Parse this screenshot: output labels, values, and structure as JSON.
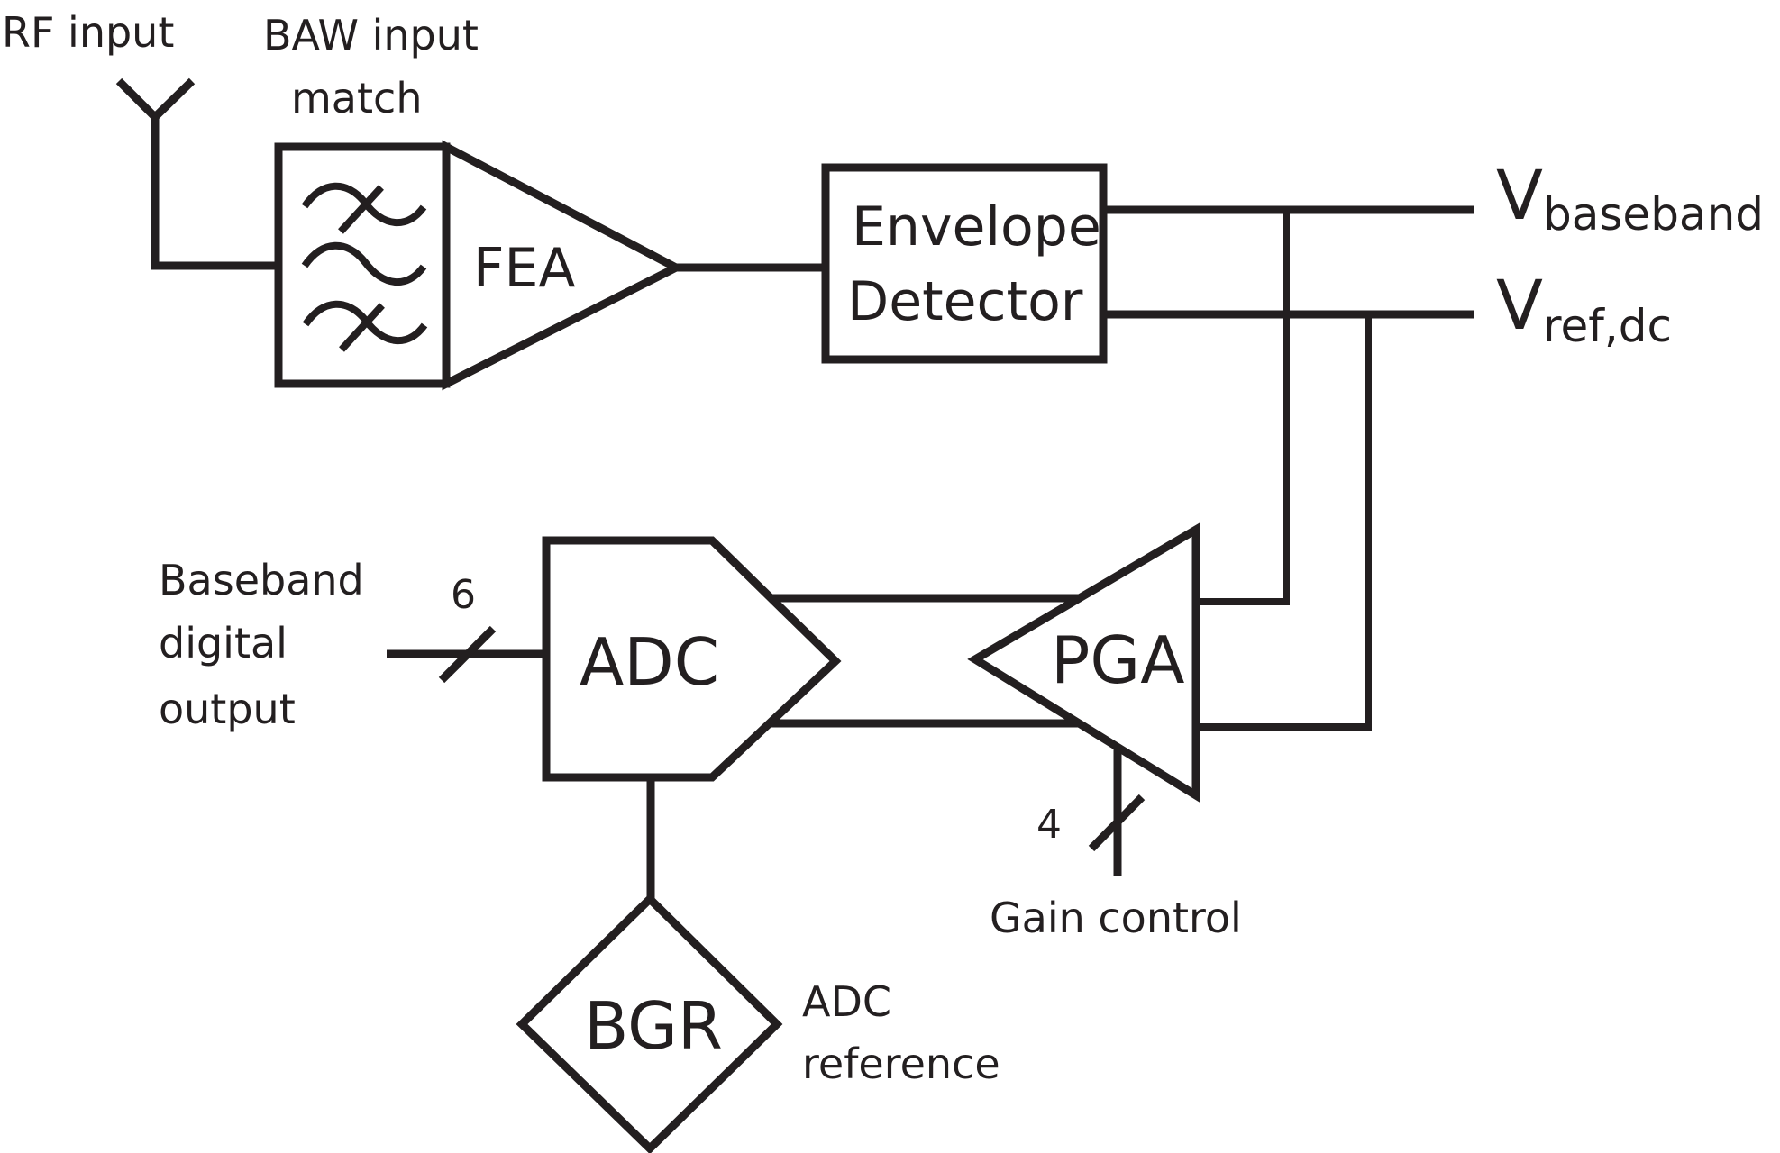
{
  "diagram": {
    "title": "RF receiver block diagram",
    "colors": {
      "line": "#231f20",
      "background": "#ffffff"
    },
    "labels": {
      "rf_input": "RF input",
      "baw_line1": "BAW input",
      "baw_line2": "match",
      "fea": "FEA",
      "envelope_line1": "Envelope",
      "envelope_line2": "Detector",
      "v_baseband_main": "V",
      "v_baseband_sub": "baseband",
      "v_ref_main": "V",
      "v_ref_sub": "ref,dc",
      "adc": "ADC",
      "pga": "PGA",
      "bgr": "BGR",
      "baseband_out_line1": "Baseband",
      "baseband_out_line2": "digital",
      "baseband_out_line3": "output",
      "bus_width_adc": "6",
      "bus_width_gain": "4",
      "gain_control": "Gain control",
      "adc_ref_line1": "ADC",
      "adc_ref_line2": "reference"
    },
    "icons": {
      "antenna": "antenna-icon",
      "baw_filter": "bandpass-filter-icon"
    }
  }
}
